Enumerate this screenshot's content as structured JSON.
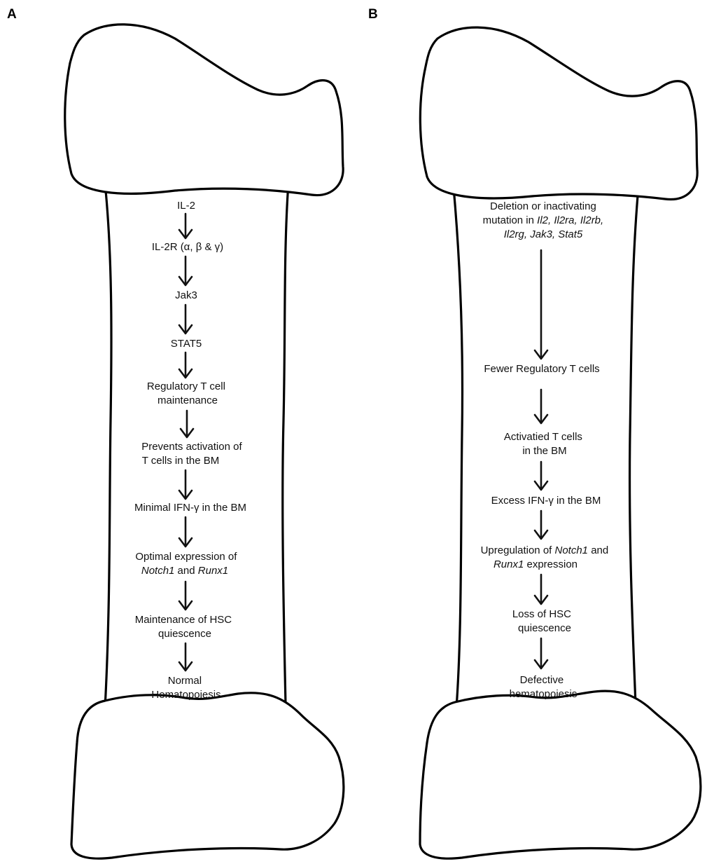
{
  "panels": {
    "a": {
      "label": "A",
      "nodes": {
        "n1": [
          "IL-2"
        ],
        "n2": [
          "IL-2R (α, β & γ)"
        ],
        "n3": [
          "Jak3"
        ],
        "n4": [
          "STAT5"
        ],
        "n5": [
          "Regulatory T cell",
          "maintenance"
        ],
        "n6": [
          "Prevents activation of",
          "T cells in the BM"
        ],
        "n7": [
          "Minimal IFN-γ in the BM"
        ],
        "n8_l1": "Optimal expression of",
        "n8_gene1": "Notch1",
        "n8_and": " and ",
        "n8_gene2": "Runx1",
        "n9": [
          "Maintenance of HSC",
          "quiescence"
        ],
        "n10": [
          "Normal",
          "Hematopoiesis"
        ]
      }
    },
    "b": {
      "label": "B",
      "nodes": {
        "n1_l1": "Deletion or inactivating",
        "n1_l2_prefix": "mutation in ",
        "n1_l2_genes": "Il2, Il2ra, Il2rb,",
        "n1_l3_genes": "Il2rg, Jak3, Stat5",
        "n2": [
          "Fewer Regulatory T cells"
        ],
        "n3": [
          "Activatied T cells",
          "in the BM"
        ],
        "n4": [
          "Excess IFN-γ in the BM"
        ],
        "n5_l1_prefix": "Upregulation of ",
        "n5_gene1": "Notch1",
        "n5_l1_suffix": " and",
        "n5_gene2": "Runx1",
        "n5_l2_suffix": " expression",
        "n6": [
          "Loss of HSC",
          "quiescence"
        ],
        "n7": [
          "Defective",
          "hematopoiesis"
        ]
      }
    }
  }
}
